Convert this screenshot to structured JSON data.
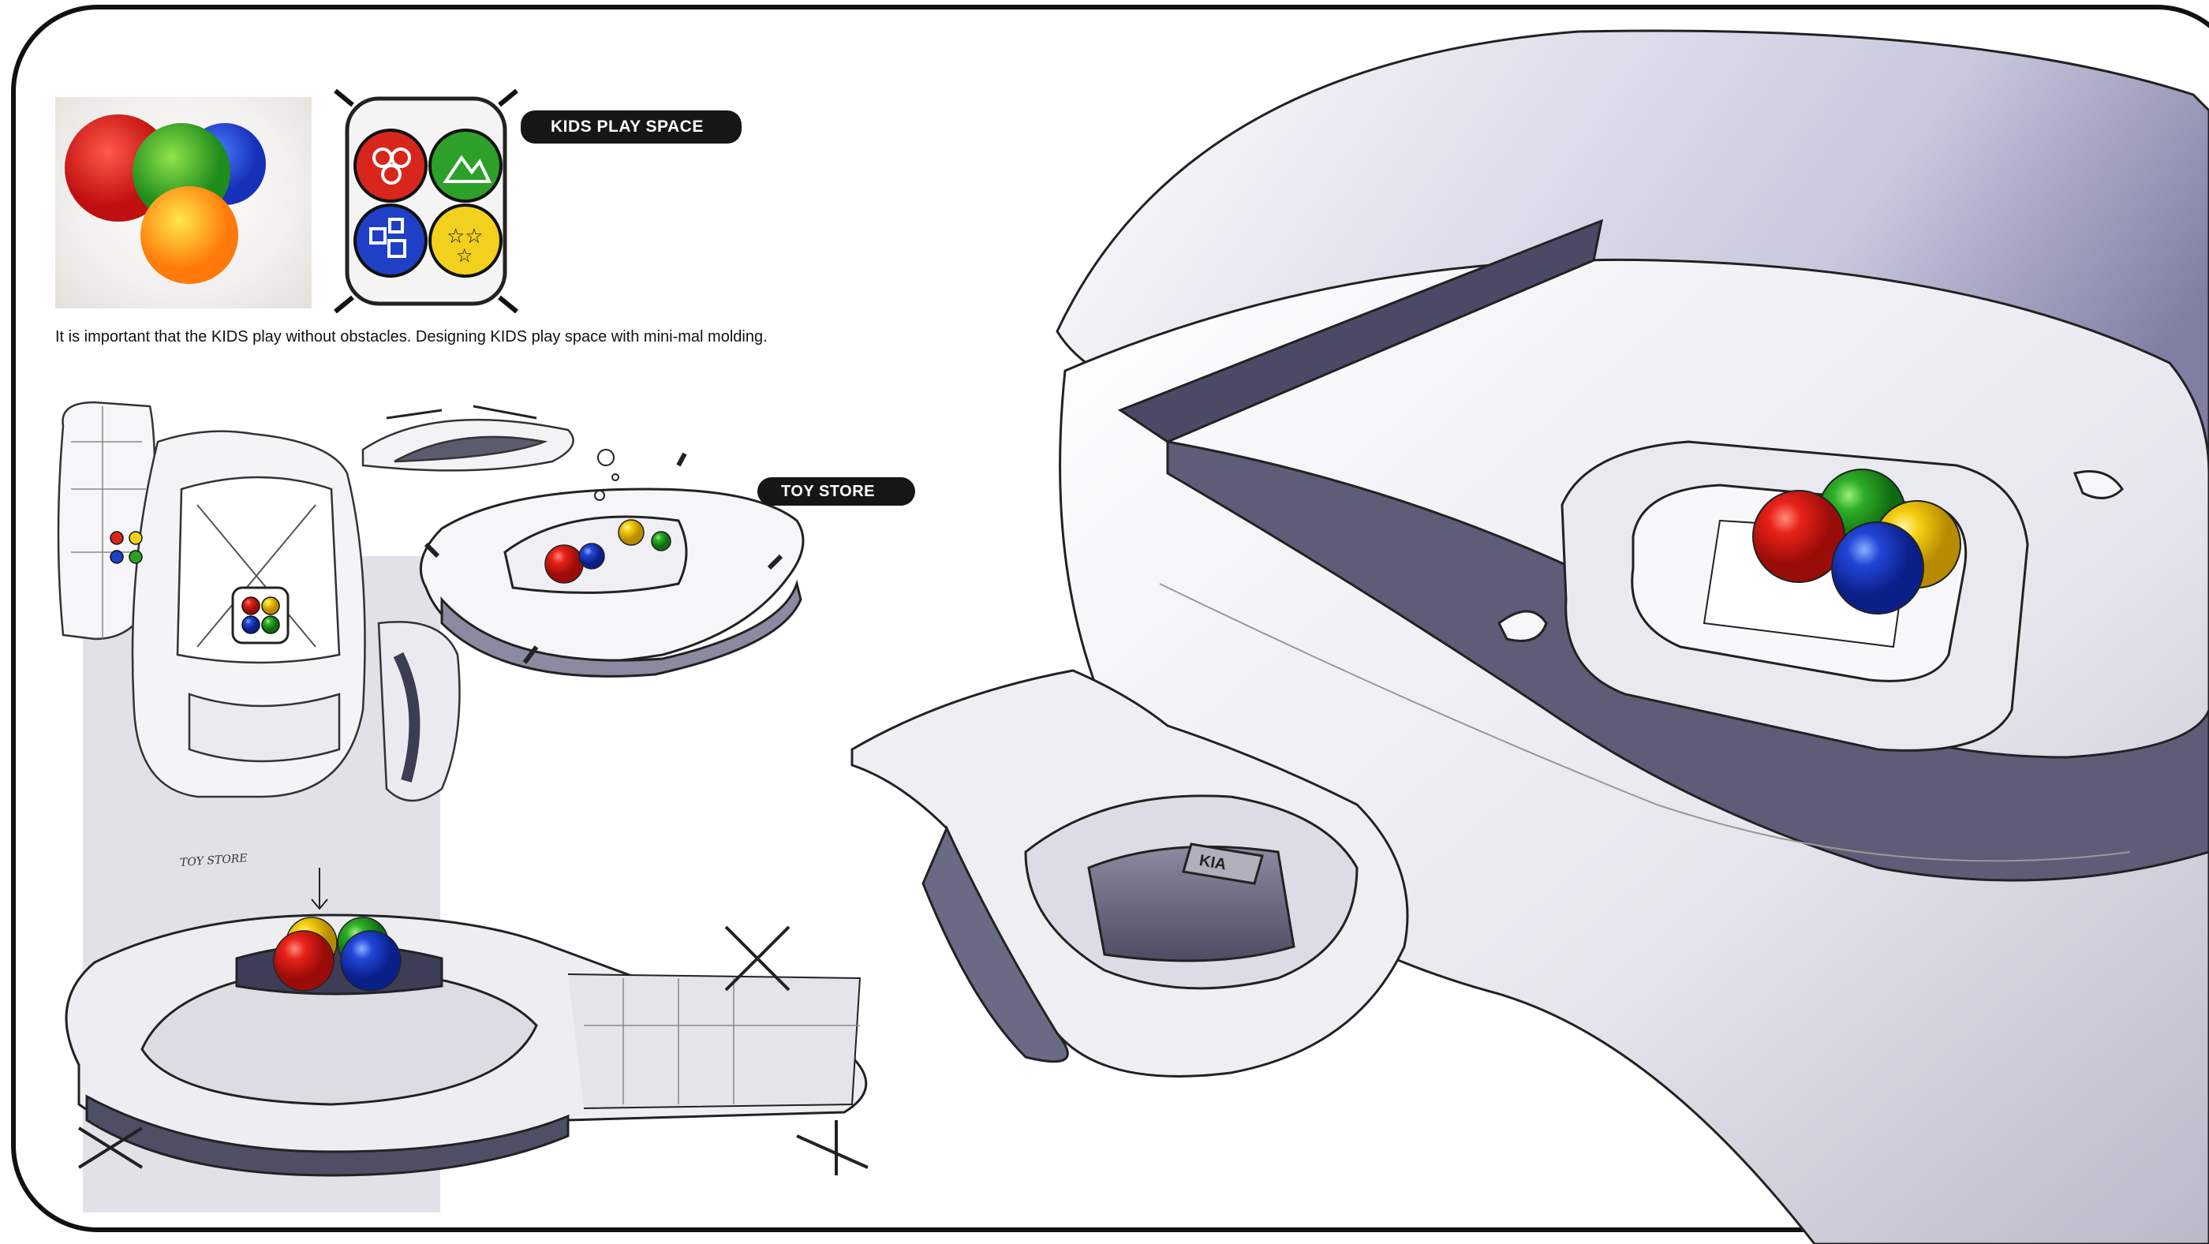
{
  "labels": {
    "kids_play_space": "KIDS PLAY SPACE",
    "toy_store": "TOY STORE",
    "handwritten_note": "TOY STORE"
  },
  "caption": "It is important that the KIDS play without obstacles. Designing KIDS play space with mini-mal molding.",
  "brand_badge": "KIA",
  "colors": {
    "red": "#d8261c",
    "green": "#2da02a",
    "blue": "#1f3fc4",
    "yellow": "#f2d01e",
    "tray_gray": "#6a6a7e",
    "frame": "#111111"
  },
  "icons": [
    "circles-icon",
    "mountain-icon",
    "squares-icon",
    "stars-icon"
  ]
}
